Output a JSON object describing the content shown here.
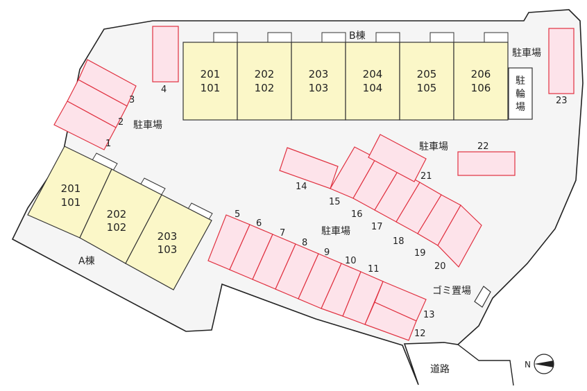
{
  "buildings": {
    "a": {
      "label": "A棟",
      "units": [
        {
          "upper": "201",
          "lower": "101"
        },
        {
          "upper": "202",
          "lower": "102"
        },
        {
          "upper": "203",
          "lower": "103"
        }
      ]
    },
    "b": {
      "label": "B棟",
      "units": [
        {
          "upper": "201",
          "lower": "101"
        },
        {
          "upper": "202",
          "lower": "102"
        },
        {
          "upper": "203",
          "lower": "103"
        },
        {
          "upper": "204",
          "lower": "104"
        },
        {
          "upper": "205",
          "lower": "105"
        },
        {
          "upper": "206",
          "lower": "106"
        }
      ]
    }
  },
  "labels": {
    "parking": "駐車場",
    "bicycle_parking": [
      "駐",
      "輪",
      "場"
    ],
    "garbage": "ゴミ置場",
    "road": "道路",
    "north": "N"
  },
  "parking_stalls": [
    "1",
    "2",
    "3",
    "4",
    "5",
    "6",
    "7",
    "8",
    "9",
    "10",
    "11",
    "12",
    "13",
    "14",
    "15",
    "16",
    "17",
    "18",
    "19",
    "20",
    "21",
    "22",
    "23"
  ],
  "colors": {
    "building_fill": "#fbf7c8",
    "stall_fill": "#fde3ea",
    "stall_stroke": "#e0303f",
    "lot_fill": "#f5f5f5"
  }
}
